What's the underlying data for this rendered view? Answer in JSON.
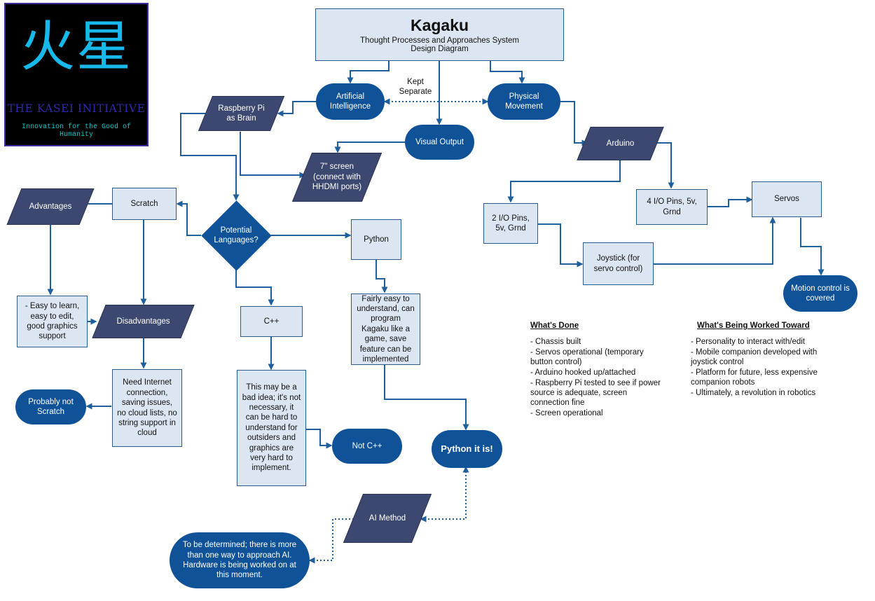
{
  "logo": {
    "kanji": "火星",
    "org": "THE KASEI INITIATIVE",
    "motto": "Innovation for the Good of Humanity"
  },
  "title": {
    "name": "Kagaku",
    "line1": "Thought Processes and Approaches System",
    "line2": "Design Diagram"
  },
  "nodes": {
    "ai": "Artificial Intelligence",
    "kept_separate": "Kept Separate",
    "physical_movement": "Physical Movement",
    "visual_output": "Visual Output",
    "raspberry_pi": "Raspberry Pi as Brain",
    "screen": "7\" screen (connect with HHDMI ports)",
    "arduino": "Arduino",
    "pins4": "4 I/O Pins, 5v, Grnd",
    "servos": "Servos",
    "pins2": "2 I/O Pins, 5v, Grnd",
    "joystick": "Joystick (for servo control)",
    "motion_control": "Motion control is covered",
    "scratch": "Scratch",
    "advantages": "Advantages",
    "potential_languages": "Potential Languages?",
    "python": "Python",
    "scratch_advantages": "- Easy to learn, easy to edit, good graphics support",
    "disadvantages": "Disadvantages",
    "scratch_disadvantages": "Need Internet connection, saving issues, no cloud lists, no string support in cloud",
    "probably_not_scratch": "Probably not Scratch",
    "cpp": "C++",
    "cpp_reason": "This may be a bad idea; it's not necessary, it can be hard to understand for outsiders and graphics are very hard to implement.",
    "not_cpp": "Not C++",
    "python_reason": "Fairly easy to understand, can program Kagaku like a game, save feature can be implemented",
    "python_it_is": "Python it is!",
    "ai_method": "AI Method",
    "to_be_determined": "To be determined; there is more than one way to approach AI. Hardware is being worked on at this moment."
  },
  "whats_done": {
    "heading": "What's Done",
    "items": [
      "- Chassis built",
      "- Servos operational (temporary button control)",
      "- Arduino hooked up/attached",
      "- Raspberry Pi tested to see if power source is adequate, screen connection fine",
      "- Screen operational"
    ]
  },
  "worked_toward": {
    "heading": "What's Being Worked Toward",
    "items": [
      "- Personality to interact with/edit",
      "- Mobile companion developed with joystick control",
      "- Platform for future, less expensive companion robots",
      "- Ultimately, a revolution in robotics"
    ]
  },
  "colors": {
    "pill": "#0f5298",
    "parallelogram": "#3d4870",
    "box_fill": "#dce6f2",
    "connector": "#1f5f9c"
  }
}
